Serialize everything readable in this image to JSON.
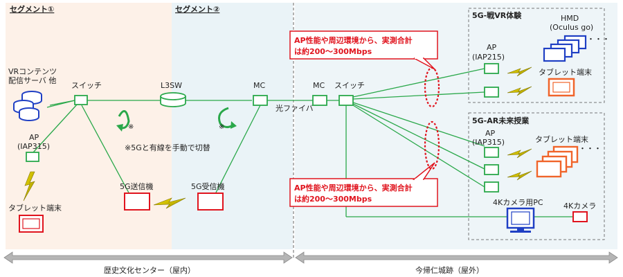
{
  "segments": {
    "seg1_label": "セグメント①",
    "seg2_label": "セグメント②"
  },
  "groups": {
    "vr_title": "5G-戦VR体験",
    "ar_title": "5G-AR未来授業"
  },
  "nodes": {
    "vr_server": "VRコンテンツ",
    "vr_server_2": "配信サーバ 他",
    "switch1": "スイッチ",
    "ap_indoor": "AP",
    "ap_indoor_model": "(IAP315)",
    "tablet_indoor": "タブレット端末",
    "l3sw": "L3SW",
    "mc1": "MC",
    "tx5g": "5G送信機",
    "rx5g": "5G受信機",
    "mc2": "MC",
    "switch2": "スイッチ",
    "fiber": "光ファイバ",
    "ap_vr": "AP",
    "ap_vr_model": "(IAP215)",
    "hmd": "HMD",
    "hmd_model": "(Oculus go)",
    "tablet_vr": "タブレット端末",
    "ap_ar": "AP",
    "ap_ar_model": "(IAP315)",
    "tablet_ar": "タブレット端末",
    "pc4k": "4Kカメラ用PC",
    "cam4k": "4Kカメラ"
  },
  "notes": {
    "mark1": "※",
    "mark2": "※",
    "manual_switch": "※5Gと有線を手動で切替",
    "callout_line1": "AP性能や周辺環境から、実測合計",
    "callout_line2": "は約200〜300Mbps",
    "dots_hmd": "・・・",
    "dots_tab": "・・・"
  },
  "footer": {
    "indoor": "歴史文化センター（屋内）",
    "outdoor": "今帰仁城跡（屋外）"
  },
  "colors": {
    "seg1_bg": "#fdf1e8",
    "seg2_bg": "#eaf3f7",
    "outdoor_bg": "#eef5f8",
    "link_green": "#2aa84a",
    "red": "#e0141e",
    "blue": "#1f3fc4",
    "orange": "#f0642a"
  }
}
